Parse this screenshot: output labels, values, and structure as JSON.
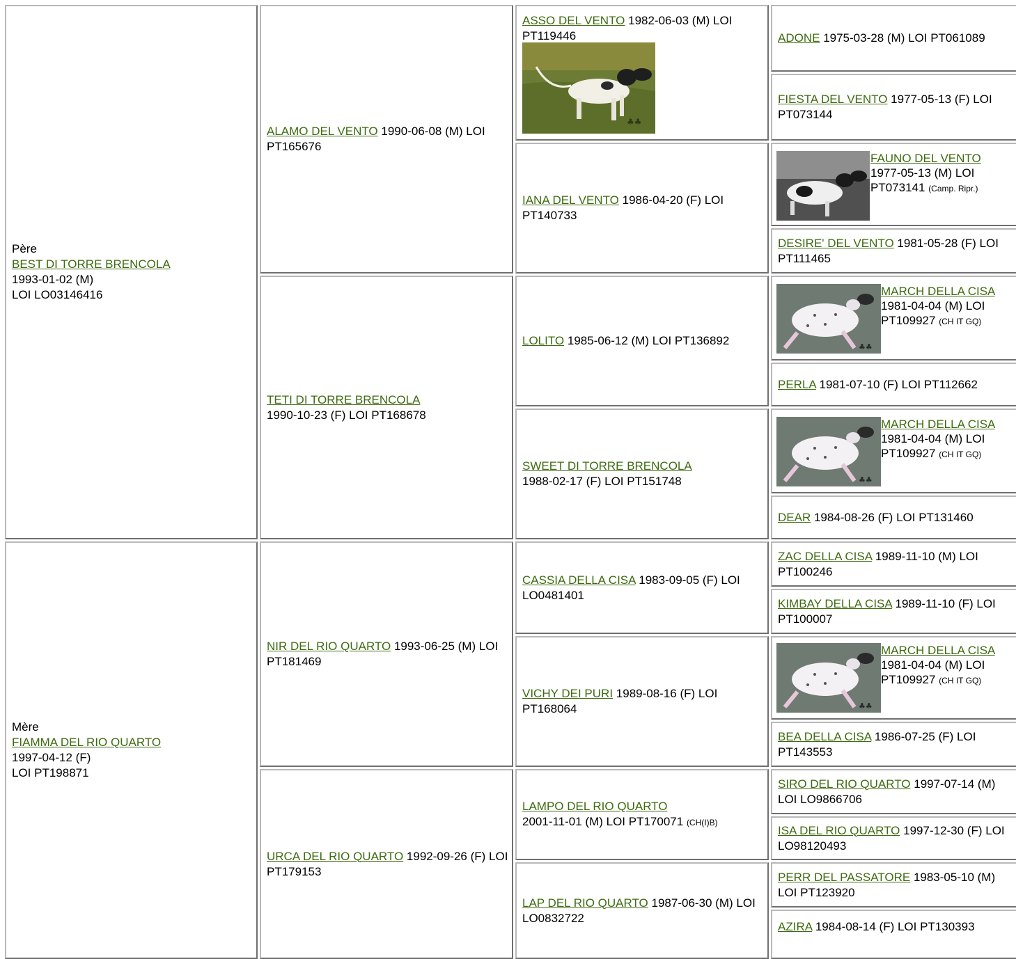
{
  "sire": {
    "role": "Père",
    "name": "BEST DI TORRE BRENCOLA",
    "date": "1993-01-02 (M)",
    "reg": "LOI LO03146416"
  },
  "dam": {
    "role": "Mère",
    "name": "FIAMMA DEL RIO QUARTO",
    "date": "1997-04-12 (F)",
    "reg": "LOI PT198871"
  },
  "gen2": [
    {
      "name": "ALAMO DEL VENTO",
      "info": " 1990-06-08 (M) LOI PT165676"
    },
    {
      "name": "TETI DI TORRE BRENCOLA",
      "info": "1990-10-23 (F) LOI PT168678"
    },
    {
      "name": "NIR DEL RIO QUARTO",
      "info": " 1993-06-25 (M) LOI PT181469"
    },
    {
      "name": "URCA DEL RIO QUARTO",
      "info": " 1992-09-26 (F) LOI PT179153"
    }
  ],
  "gen3": [
    {
      "name": "ASSO DEL VENTO",
      "info": " 1982-06-03 (M) LOI PT119446"
    },
    {
      "name": "IANA DEL VENTO",
      "info": " 1986-04-20 (F) LOI PT140733"
    },
    {
      "name": "LOLITO",
      "info": " 1985-06-12 (M) LOI PT136892"
    },
    {
      "name": "SWEET DI TORRE BRENCOLA",
      "info": "1988-02-17 (F) LOI PT151748"
    },
    {
      "name": "CASSIA DELLA CISA",
      "info": " 1983-09-05 (F) LOI LO0481401"
    },
    {
      "name": "VICHY DEI PURI",
      "info": " 1989-08-16 (F) LOI PT168064"
    },
    {
      "name": "LAMPO DEL RIO QUARTO",
      "info": "2001-11-01 (M) LOI PT170071",
      "title": "(CH(I)B)"
    },
    {
      "name": "LAP DEL RIO QUARTO",
      "info": " 1987-06-30 (M) LOI LO0832722"
    }
  ],
  "gen4": [
    {
      "name": "ADONE",
      "info": " 1975-03-28 (M) LOI PT061089"
    },
    {
      "name": "FIESTA DEL VENTO",
      "info": " 1977-05-13 (F) LOI PT073144"
    },
    {
      "name": "FAUNO DEL VENTO",
      "info": "1977-05-13 (M) LOI PT073141",
      "title": "(Camp. Ripr.)"
    },
    {
      "name": "DESIRE' DEL VENTO",
      "info": " 1981-05-28 (F) LOI PT111465"
    },
    {
      "name": "MARCH DELLA CISA",
      "info": " 1981-04-04 (M) LOI PT109927",
      "title": "(CH IT GQ)"
    },
    {
      "name": "PERLA",
      "info": " 1981-07-10 (F) LOI PT112662"
    },
    {
      "name": "MARCH DELLA CISA",
      "info": " 1981-04-04 (M) LOI PT109927",
      "title": "(CH IT GQ)"
    },
    {
      "name": "DEAR",
      "info": " 1984-08-26 (F) LOI PT131460"
    },
    {
      "name": "ZAC DELLA CISA",
      "info": " 1989-11-10 (M) LOI PT100246"
    },
    {
      "name": "KIMBAY DELLA CISA",
      "info": " 1989-11-10 (F) LOI PT100007"
    },
    {
      "name": "MARCH DELLA CISA",
      "info": " 1981-04-04 (M) LOI PT109927",
      "title": "(CH IT GQ)"
    },
    {
      "name": "BEA DELLA CISA",
      "info": " 1986-07-25 (F) LOI PT143553"
    },
    {
      "name": "SIRO DEL RIO QUARTO",
      "info": " 1997-07-14 (M) LOI LO9866706"
    },
    {
      "name": "ISA DEL RIO QUARTO",
      "info": " 1997-12-30 (F) LOI LO98120493"
    },
    {
      "name": "PERR DEL PASSATORE",
      "info": " 1983-05-10 (M) LOI PT123920"
    },
    {
      "name": "AZIRA",
      "info": " 1984-08-14 (F) LOI PT130393"
    }
  ],
  "colors": {
    "link": "#3e6b10",
    "border_light": "#b8b8b8",
    "border_dark": "#6f6f6f"
  }
}
